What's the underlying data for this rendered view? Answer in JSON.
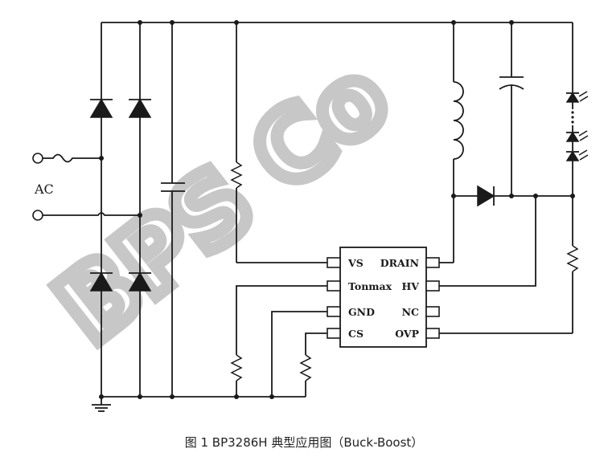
{
  "watermark": "BPS Co",
  "ic": {
    "pins_left": [
      "VS",
      "Tonmax",
      "GND",
      "CS"
    ],
    "pins_right": [
      "DRAIN",
      "HV",
      "NC",
      "OVP"
    ]
  },
  "input_label": "AC",
  "caption": "图 1 BP3286H 典型应用图（Buck-Boost）"
}
